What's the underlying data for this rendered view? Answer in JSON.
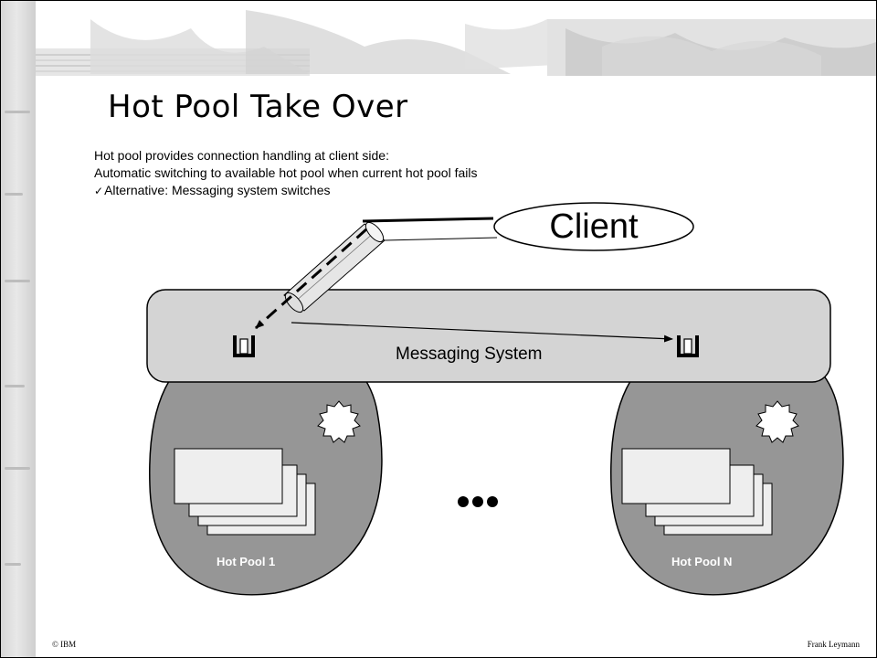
{
  "slide": {
    "title": "Hot Pool Take Over",
    "bullets": [
      "Hot pool provides connection handling at client side:",
      "Automatic switching to available hot pool when current hot pool fails"
    ],
    "sub_bullet": "Alternative: Messaging system switches",
    "sub_bullet_marker": "✓"
  },
  "diagram": {
    "client_label": "Client",
    "messaging_label": "Messaging System",
    "pools": [
      {
        "label": "Hot Pool 1"
      },
      {
        "label": "Hot Pool N"
      }
    ],
    "colors": {
      "pool_fill": "#969696",
      "bus_fill": "#d4d4d4",
      "card_fill": "#eeeeee"
    }
  },
  "footer": {
    "left": "© IBM",
    "right": "Frank Leymann"
  }
}
